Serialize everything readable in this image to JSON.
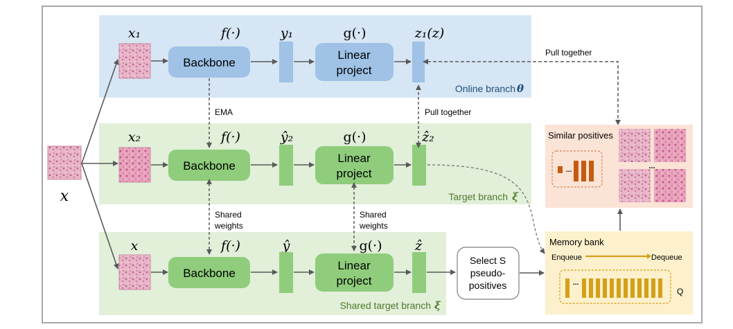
{
  "branches": {
    "online": {
      "label": "Online branch",
      "symbol": "θ"
    },
    "target": {
      "label": "Target branch",
      "symbol": "ξ"
    },
    "shared": {
      "label": "Shared target branch",
      "symbol": "ξ"
    }
  },
  "online_row": {
    "input": "x₁",
    "f": "f(·)",
    "y": "y₁",
    "g": "g(·)",
    "z": "z₁(z)",
    "backbone": "Backbone",
    "proj_line1": "Linear",
    "proj_line2": "project"
  },
  "target_row": {
    "input": "x₂",
    "f": "f(·)",
    "y": "ŷ₂",
    "g": "g(·)",
    "z": "ẑ₂",
    "backbone": "Backbone",
    "proj_line1": "Linear",
    "proj_line2": "project"
  },
  "shared_row": {
    "input": "x",
    "f": "f(·)",
    "y": "ŷ",
    "g": "g(·)",
    "z": "ẑ",
    "backbone": "Backbone",
    "proj_line1": "Linear",
    "proj_line2": "project"
  },
  "source_label": "x",
  "annotations": {
    "ema": "EMA",
    "pull_together_top": "Pull together",
    "pull_together_mid": "Pull together",
    "shared_weights_1_a": "Shared",
    "shared_weights_1_b": "weights",
    "shared_weights_2_a": "Shared",
    "shared_weights_2_b": "weights"
  },
  "select_box": {
    "line1": "Select S",
    "line2": "pseudo-",
    "line3": "positives"
  },
  "memory_bank": {
    "title": "Memory bank",
    "enqueue": "Enqueue",
    "dequeue": "Dequeue",
    "q": "Q",
    "ellipsis": "..."
  },
  "similar_positives": {
    "title": "Similar positives",
    "ellipsis": "...",
    "grid_ellipsis": "..."
  },
  "colors": {
    "online_bg": "#d7e6f4",
    "online_block": "#9fc2e6",
    "target_bg": "#e2efd9",
    "target_block": "#8fcd7c",
    "similar_bg": "#fbe3d6",
    "memory_bg": "#fdf0cc",
    "brown_bar": "#c55a11",
    "gold_bar": "#d4a017",
    "arrow": "#595959"
  }
}
